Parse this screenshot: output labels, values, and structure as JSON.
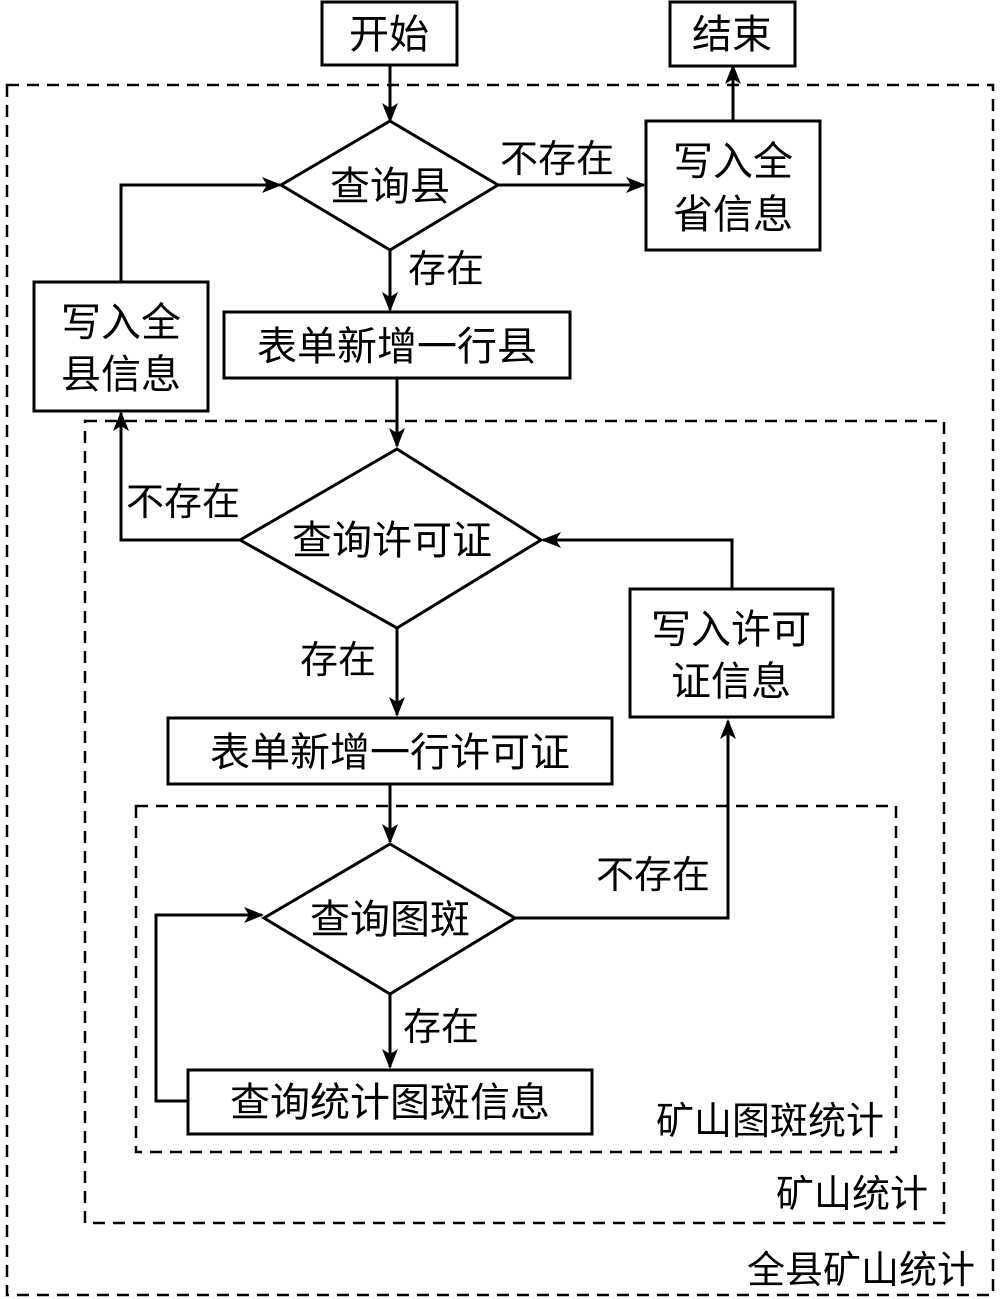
{
  "regions": {
    "province_county": {
      "label": "全县矿山统计"
    },
    "mine": {
      "label": "矿山统计"
    },
    "mine_patch": {
      "label": "矿山图斑统计"
    }
  },
  "nodes": {
    "start": {
      "label": "开始"
    },
    "end": {
      "label": "结束"
    },
    "query_county": {
      "label": "查询县"
    },
    "write_province": {
      "lines": [
        "写入全",
        "省信息"
      ]
    },
    "add_county_row": {
      "label": "表单新增一行县"
    },
    "write_county": {
      "lines": [
        "写入全",
        "县信息"
      ]
    },
    "query_permit": {
      "label": "查询许可证"
    },
    "write_permit": {
      "lines": [
        "写入许可",
        "证信息"
      ]
    },
    "add_permit_row": {
      "label": "表单新增一行许可证"
    },
    "query_patch": {
      "label": "查询图斑"
    },
    "stat_patch": {
      "label": "查询统计图斑信息"
    }
  },
  "edges": {
    "county_not_exist": "不存在",
    "county_exist": "存在",
    "permit_not_exist": "不存在",
    "permit_exist": "存在",
    "patch_not_exist": "不存在",
    "patch_exist": "存在"
  }
}
